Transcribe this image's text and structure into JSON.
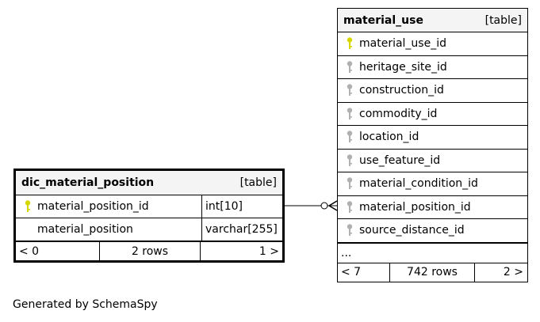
{
  "material_use": {
    "name": "material_use",
    "tag": "[table]",
    "columns": [
      {
        "name": "material_use_id",
        "key": "primary"
      },
      {
        "name": "heritage_site_id",
        "key": "foreign"
      },
      {
        "name": "construction_id",
        "key": "foreign"
      },
      {
        "name": "commodity_id",
        "key": "foreign"
      },
      {
        "name": "location_id",
        "key": "foreign"
      },
      {
        "name": "use_feature_id",
        "key": "foreign"
      },
      {
        "name": "material_condition_id",
        "key": "foreign"
      },
      {
        "name": "material_position_id",
        "key": "foreign"
      },
      {
        "name": "source_distance_id",
        "key": "foreign"
      }
    ],
    "more": "...",
    "footer": {
      "left": "< 7",
      "center": "742 rows",
      "right": "2 >"
    }
  },
  "dic_material_position": {
    "name": "dic_material_position",
    "tag": "[table]",
    "columns": [
      {
        "name": "material_position_id",
        "type": "int[10]",
        "key": "primary"
      },
      {
        "name": "material_position",
        "type": "varchar[255]",
        "key": "none"
      }
    ],
    "footer": {
      "left": "< 0",
      "center": "2 rows",
      "right": "1 >"
    }
  },
  "colors": {
    "primary_key": "#d7d700",
    "foreign_key": "#b0b0b0",
    "header_bg": "#f4f4f4"
  },
  "caption": "Generated by SchemaSpy"
}
